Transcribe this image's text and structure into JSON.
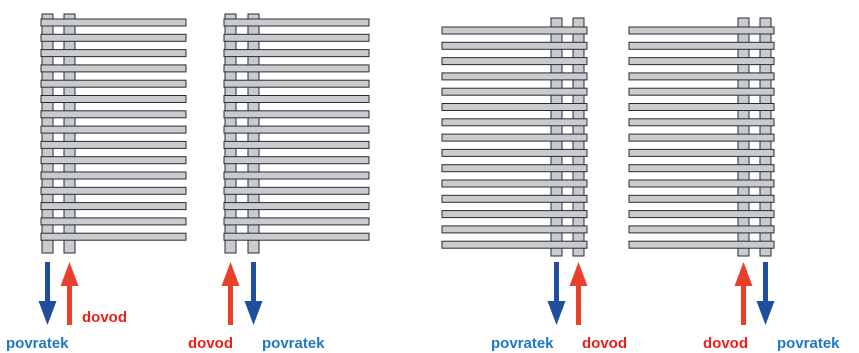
{
  "colors": {
    "bar_fill": "#c8ccd0",
    "bar_stroke": "#2b2b2b",
    "return_blue": "#1f4e9c",
    "supply_red": "#e8402a",
    "return_text": "#1f78c0",
    "supply_text": "#e8201a"
  },
  "labels": {
    "return": "povratek",
    "supply": "dovod"
  },
  "radiators": [
    {
      "name": "radiator-1",
      "pipes": "left",
      "left_flow": "return",
      "right_flow": "supply"
    },
    {
      "name": "radiator-2",
      "pipes": "left",
      "left_flow": "supply",
      "right_flow": "return"
    },
    {
      "name": "radiator-3",
      "pipes": "right",
      "left_flow": "return",
      "right_flow": "supply"
    },
    {
      "name": "radiator-4",
      "pipes": "right",
      "left_flow": "supply",
      "right_flow": "return"
    }
  ]
}
